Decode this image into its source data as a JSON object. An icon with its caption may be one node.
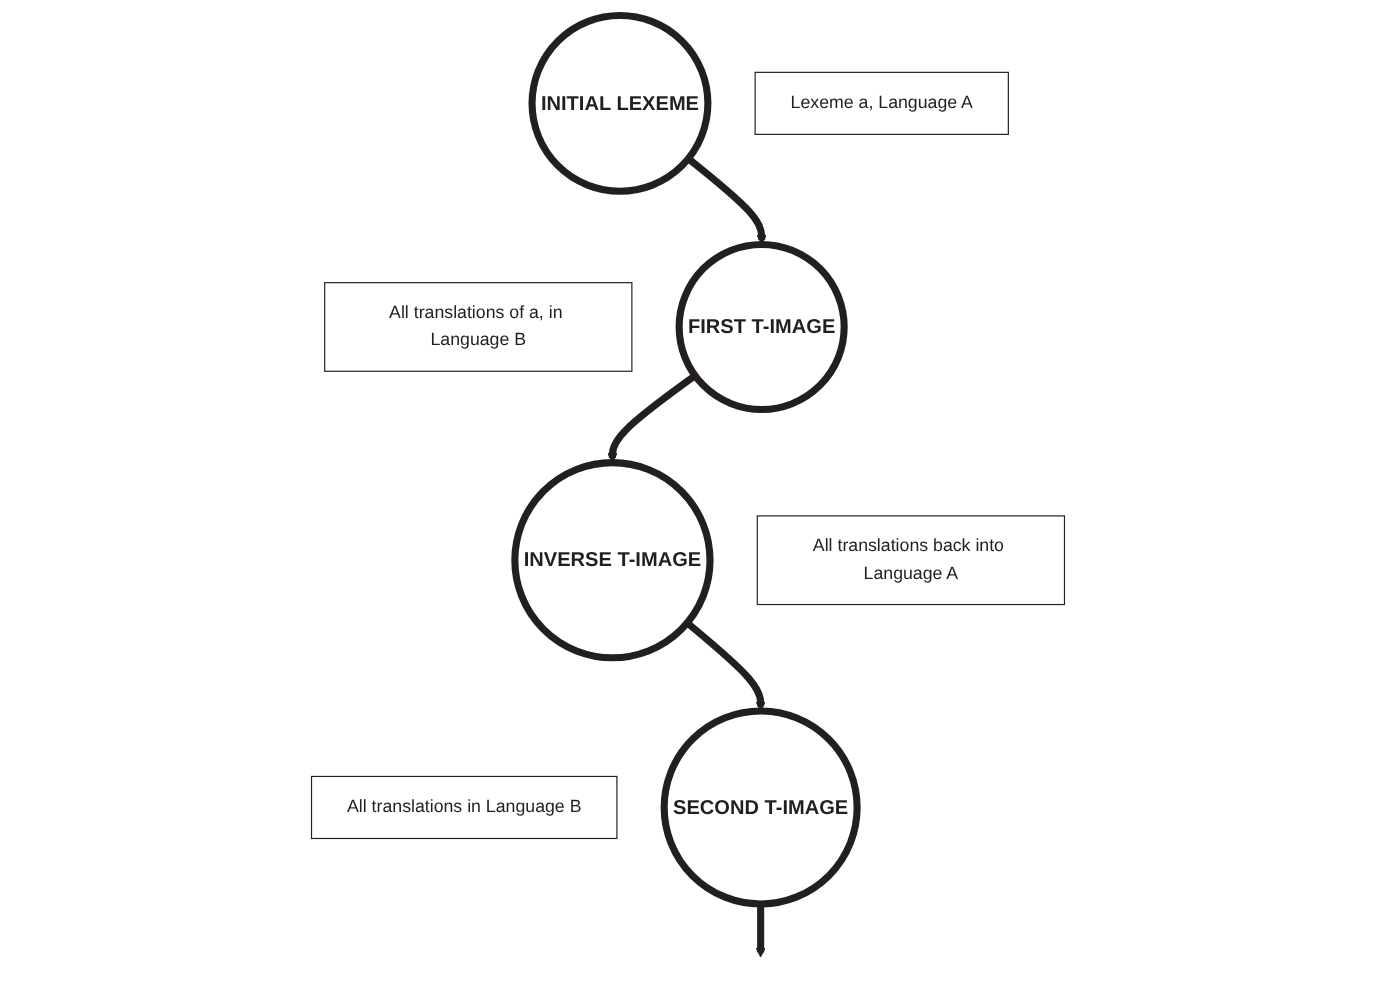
{
  "diagram": {
    "nodes": [
      {
        "text": [
          "INITIAL LEXEME"
        ]
      },
      {
        "text": [
          "Lexeme a, Language A"
        ]
      },
      {
        "text": [
          "All translations of a, in Language B"
        ]
      },
      {
        "text": [
          "FIRST T-IMAGE"
        ]
      },
      {
        "text": [
          "INVERSE T-IMAGE"
        ]
      },
      {
        "text": [
          "All translations back into Language A"
        ]
      },
      {
        "text": [
          "All translations in Language B"
        ]
      },
      {
        "text": [
          "SECOND T-IMAGE"
        ]
      }
    ],
    "edges": [
      {
        "from": 0,
        "to": 3,
        "arrow": "to"
      },
      {
        "from": 3,
        "to": 4,
        "arrow": "to"
      },
      {
        "from": 4,
        "to": 7,
        "arrow": "to"
      },
      {
        "from": 7,
        "to": null,
        "arrow": "to"
      }
    ]
  }
}
